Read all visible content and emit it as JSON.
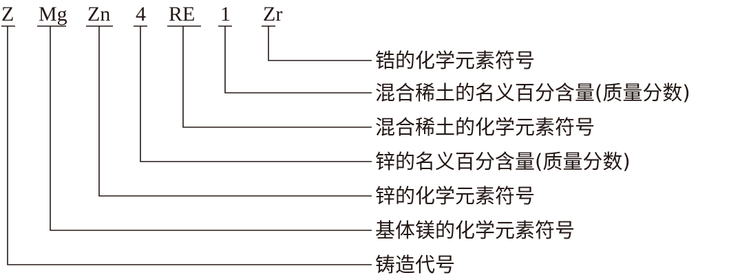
{
  "designation": {
    "codes": [
      "Z",
      "Mg",
      "Zn",
      "4",
      "RE",
      "1",
      "Zr"
    ],
    "descriptions": [
      "锆的化学元素符号",
      "混合稀土的名义百分含量(质量分数)",
      "混合稀土的化学元素符号",
      "锌的名义百分含量(质量分数)",
      "锌的化学元素符号",
      "基体镁的化学元素符号",
      "铸造代号"
    ]
  }
}
